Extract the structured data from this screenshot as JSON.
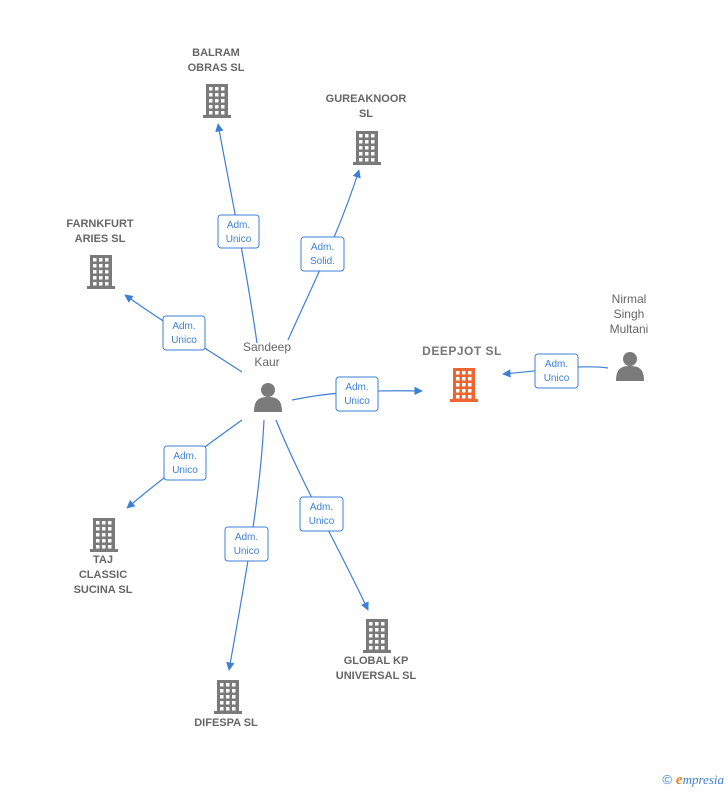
{
  "colors": {
    "edge": "#3d7fd6",
    "company": "#7a7a7a",
    "focus_company": "#f0642f",
    "person": "#7a7a7a"
  },
  "nodes": [
    {
      "id": "balram",
      "type": "company",
      "icon": "building-icon",
      "lines": [
        "BALRAM",
        "OBRAS  SL"
      ]
    },
    {
      "id": "gureaknoor",
      "type": "company",
      "icon": "building-icon",
      "lines": [
        "GUREAKNOOR",
        "SL"
      ]
    },
    {
      "id": "farnkfurt",
      "type": "company",
      "icon": "building-icon",
      "lines": [
        "FARNKFURT",
        "ARIES  SL"
      ]
    },
    {
      "id": "sandeep",
      "type": "person",
      "icon": "person-icon",
      "lines": [
        "Sandeep",
        "Kaur"
      ]
    },
    {
      "id": "deepjot",
      "type": "focus",
      "icon": "building-icon",
      "lines": [
        "DEEPJOT  SL"
      ]
    },
    {
      "id": "nirmal",
      "type": "person",
      "icon": "person-icon",
      "lines": [
        "Nirmal",
        "Singh",
        "Multani"
      ]
    },
    {
      "id": "taj",
      "type": "company",
      "icon": "building-icon",
      "lines": [
        "TAJ",
        "CLASSIC",
        "SUCINA  SL"
      ]
    },
    {
      "id": "global",
      "type": "company",
      "icon": "building-icon",
      "lines": [
        "GLOBAL KP",
        "UNIVERSAL  SL"
      ]
    },
    {
      "id": "difespa",
      "type": "company",
      "icon": "building-icon",
      "lines": [
        "DIFESPA SL"
      ]
    }
  ],
  "edges": [
    {
      "from": "sandeep",
      "to": "balram",
      "label": [
        "Adm.",
        "Unico"
      ]
    },
    {
      "from": "sandeep",
      "to": "gureaknoor",
      "label": [
        "Adm.",
        "Solid."
      ]
    },
    {
      "from": "sandeep",
      "to": "farnkfurt",
      "label": [
        "Adm.",
        "Unico"
      ]
    },
    {
      "from": "sandeep",
      "to": "deepjot",
      "label": [
        "Adm.",
        "Unico"
      ]
    },
    {
      "from": "nirmal",
      "to": "deepjot",
      "label": [
        "Adm.",
        "Unico"
      ]
    },
    {
      "from": "sandeep",
      "to": "taj",
      "label": [
        "Adm.",
        "Unico"
      ]
    },
    {
      "from": "sandeep",
      "to": "difespa",
      "label": [
        "Adm.",
        "Unico"
      ]
    },
    {
      "from": "sandeep",
      "to": "global",
      "label": [
        "Adm.",
        "Unico"
      ]
    }
  ],
  "watermark": {
    "copyright": "©",
    "brand_initial": "e",
    "brand_rest": "mpresia"
  }
}
